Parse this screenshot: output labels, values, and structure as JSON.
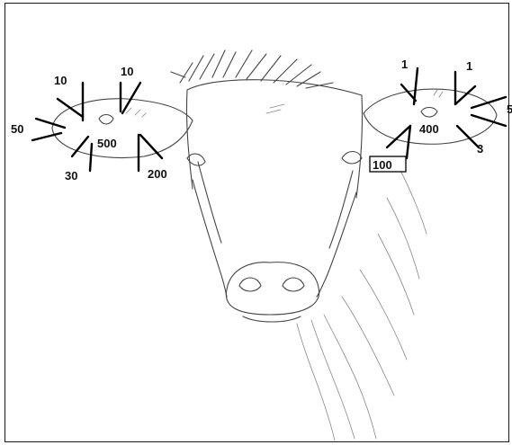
{
  "left_ear": {
    "labels": [
      "10",
      "10",
      "50",
      "500",
      "30",
      "200"
    ]
  },
  "right_ear": {
    "labels": [
      "1",
      "1",
      "5",
      "400",
      "3",
      "100"
    ]
  },
  "colors": {
    "ink": "#111111",
    "sketch": "#444444",
    "background": "#ffffff"
  }
}
